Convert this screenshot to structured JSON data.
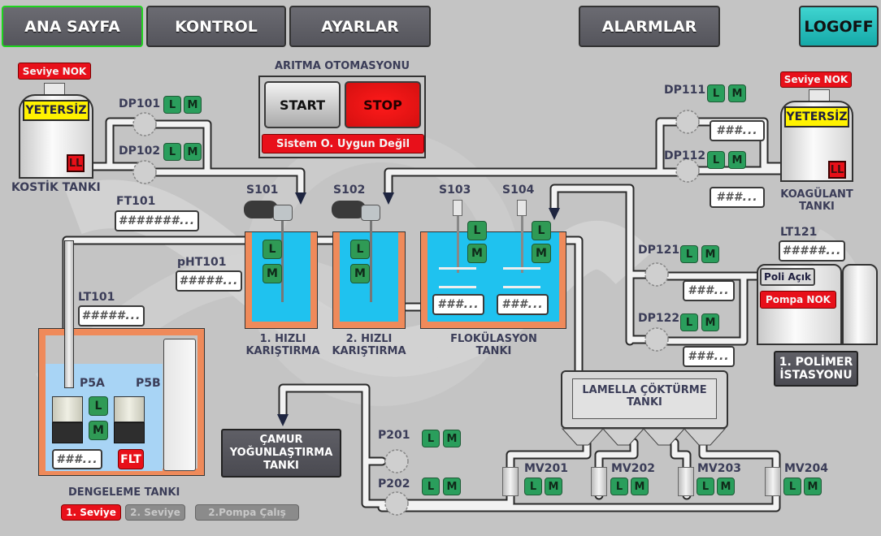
{
  "nav": {
    "home": "ANA SAYFA",
    "control": "KONTROL",
    "settings": "AYARLAR",
    "alarms": "ALARMLAR",
    "logoff": "LOGOFF"
  },
  "automation": {
    "title": "ARITMA OTOMASYONU",
    "start": "START",
    "stop": "STOP",
    "status": "Sistem O. Uygun Değil"
  },
  "lm": {
    "l": "L",
    "m": "M"
  },
  "placeholders": {
    "short": "###...",
    "five": "#####...",
    "seven": "#######..."
  },
  "kostik": {
    "name": "KOSTİK TANKI",
    "level_alarm": "Seviye NOK",
    "state": "YETERSİZ",
    "ll": "LL",
    "pumps": [
      "DP101",
      "DP102"
    ]
  },
  "koagulant": {
    "name_line1": "KOAGÜLANT",
    "name_line2": "TANKI",
    "level_alarm": "Seviye NOK",
    "state": "YETERSİZ",
    "ll": "LL",
    "pumps": [
      "DP111",
      "DP112"
    ]
  },
  "sensors": {
    "ft101": "FT101",
    "pht101": "pHT101",
    "lt101": "LT101",
    "lt121": "LT121"
  },
  "mixers": {
    "s101": "S101",
    "s102": "S102",
    "s103": "S103",
    "s104": "S104"
  },
  "tanks": {
    "rapid1_line1": "1. HIZLI",
    "rapid1_line2": "KARIŞTIRMA",
    "rapid2_line1": "2. HIZLI",
    "rapid2_line2": "KARIŞTIRMA",
    "floc_line1": "FLOKÜLASYON",
    "floc_line2": "TANKI",
    "lamella_line1": "LAMELLA ÇÖKTÜRME",
    "lamella_line2": "TANKI",
    "sludge_line1": "ÇAMUR",
    "sludge_line2": "YOĞUNLAŞTIRMA",
    "sludge_line3": "TANKI",
    "equalization": "DENGELEME TANKI"
  },
  "polymer": {
    "pumps": [
      "DP121",
      "DP122"
    ],
    "poli": "Poli Açık",
    "pump_alarm": "Pompa NOK",
    "name_line1": "1. POLİMER",
    "name_line2": "İSTASYONU"
  },
  "equalization": {
    "pump_a": "P5A",
    "pump_b": "P5B",
    "fault": "FLT",
    "level1": "1. Seviye",
    "level2": "2. Seviye",
    "pump2": "2.Pompa Çalış"
  },
  "sludge_pumps": [
    "P201",
    "P202"
  ],
  "valves": [
    "MV201",
    "MV202",
    "MV203",
    "MV204"
  ]
}
